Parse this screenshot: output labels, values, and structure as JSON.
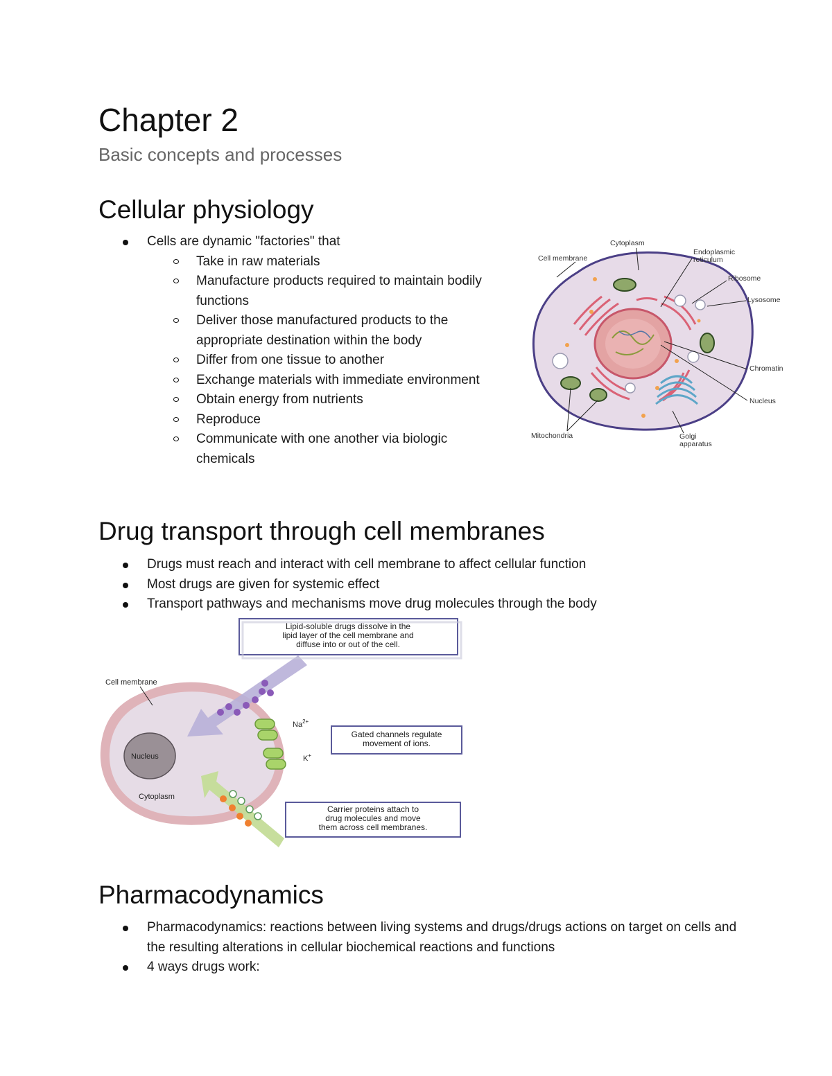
{
  "chapter": {
    "title": "Chapter 2",
    "subtitle": "Basic concepts and processes"
  },
  "cellular_physiology": {
    "heading": "Cellular physiology",
    "bullet": "Cells are dynamic \"factories\" that",
    "subitems": [
      "Take in raw materials",
      "Manufacture products required to maintain bodily functions",
      "Deliver those manufactured products to the appropriate destination within the body",
      "Differ from one tissue to another",
      "Exchange materials with immediate environment",
      "Obtain energy from nutrients",
      "Reproduce",
      "Communicate with one another via biologic chemicals"
    ],
    "figure_labels": {
      "cytoplasm": "Cytoplasm",
      "cell_membrane": "Cell membrane",
      "er_line1": "Endoplasmic",
      "er_line2": "reticulum",
      "ribosome": "Ribosome",
      "lysosome": "Lysosome",
      "chromatin": "Chromatin",
      "nucleus": "Nucleus",
      "mitochondria": "Mitochondria",
      "golgi_line1": "Golgi",
      "golgi_line2": "apparatus"
    }
  },
  "drug_transport": {
    "heading": "Drug transport through cell membranes",
    "bullets": [
      "Drugs must reach and interact with cell membrane to affect cellular function",
      "Most drugs are given for systemic effect",
      "Transport pathways and mechanisms move drug molecules through the body"
    ],
    "figure_labels": {
      "lipid_box": [
        "Lipid-soluble drugs dissolve in the",
        "lipid layer of the cell membrane and",
        "diffuse into or out of the cell."
      ],
      "gated_box": [
        "Gated channels regulate",
        "movement of ions."
      ],
      "carrier_box": [
        "Carrier proteins attach to",
        "drug molecules and move",
        "them across cell membranes."
      ],
      "cell_membrane": "Cell membrane",
      "nucleus": "Nucleus",
      "cytoplasm": "Cytoplasm",
      "na_ion": "Na",
      "na_charge": "2+",
      "k_ion": "K",
      "k_charge": "+"
    }
  },
  "pharmacodynamics": {
    "heading": "Pharmacodynamics",
    "bullets": [
      "Pharmacodynamics: reactions between living systems and drugs/drugs actions on target on cells and the resulting alterations in cellular biochemical reactions and functions",
      "4 ways drugs work:"
    ]
  }
}
